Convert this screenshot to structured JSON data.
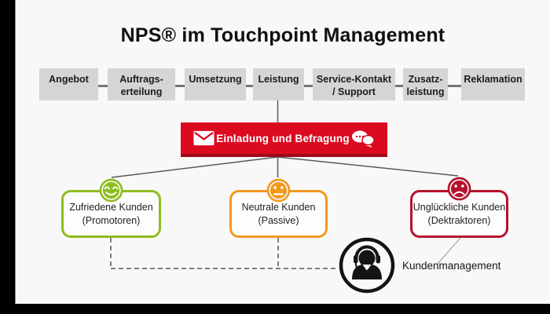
{
  "frame": {
    "bg": "#f8f8f8",
    "bar_color": "#000000"
  },
  "title": "NPS® im Touchpoint Management",
  "touchpoints": {
    "box_color": "#d5d5d5",
    "items": [
      {
        "label": "Angebot"
      },
      {
        "label": "Auftrags-\nerteilung"
      },
      {
        "label": "Umsetzung"
      },
      {
        "label": "Leistung"
      },
      {
        "label": "Service-Kontakt\n/ Support"
      },
      {
        "label": "Zusatz-\nleistung"
      },
      {
        "label": "Reklamation"
      }
    ]
  },
  "banner": {
    "label": "Einladung und Befragung",
    "color": "#dc0a21",
    "shadow_color": "#9e0917",
    "left_icon": "envelope-icon",
    "right_icon": "chat-bubbles-icon"
  },
  "segments": [
    {
      "label": "Zufriedene Kunden\n(Promotoren)",
      "color": "#8ebd1f",
      "face": "happy-face-icon"
    },
    {
      "label": "Neutrale Kunden\n(Passive)",
      "color": "#f2991d",
      "face": "neutral-face-icon"
    },
    {
      "label": "Unglückliche Kunden\n(Dektraktoren)",
      "color": "#b5122c",
      "face": "sad-face-icon"
    }
  ],
  "management": {
    "label": "Kundenmanagement",
    "icon": "support-agent-icon"
  }
}
